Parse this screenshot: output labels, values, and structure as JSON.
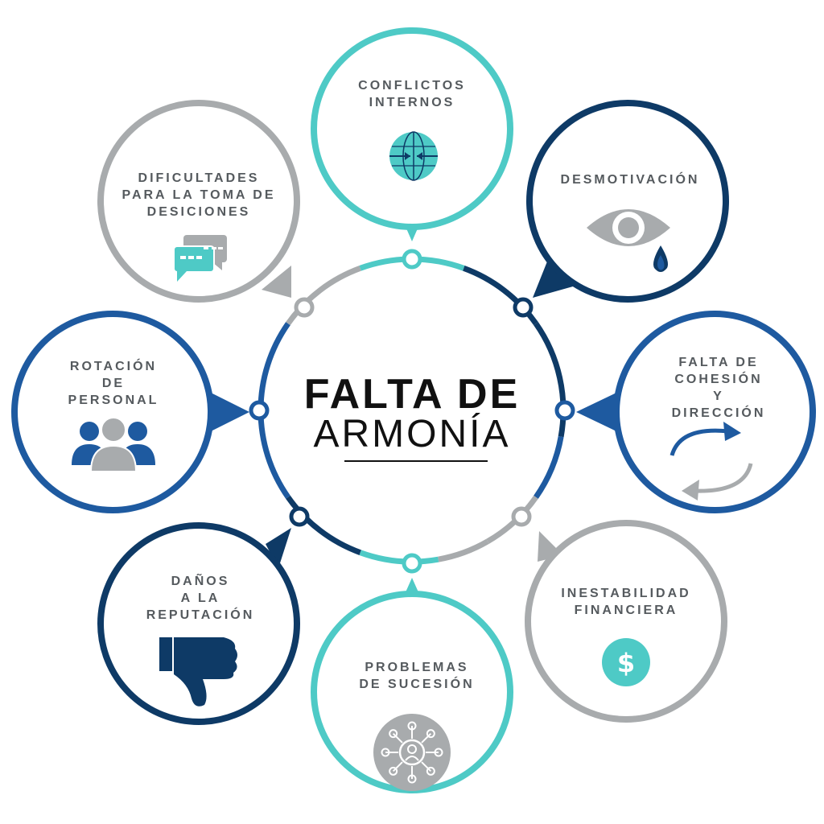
{
  "center": {
    "title_line1": "FALTA DE",
    "title_line2": "ARMONÍA"
  },
  "colors": {
    "teal": "#4ecac6",
    "navy": "#0e3a66",
    "blue": "#1e5aa0",
    "gray": "#a8abad",
    "text": "#555a5e"
  },
  "nodes": [
    {
      "id": "conflictos",
      "label": "CONFLICTOS\nINTERNOS",
      "color": "teal",
      "icon": "globe-arrows-icon"
    },
    {
      "id": "desmotivacion",
      "label": "DESMOTIVACIÓN",
      "color": "navy",
      "icon": "eye-tear-icon"
    },
    {
      "id": "cohesion",
      "label": "FALTA DE\nCOHESIÓN\nY DIRECCIÓN",
      "color": "blue",
      "icon": "cycle-arrows-icon"
    },
    {
      "id": "inestabilidad",
      "label": "INESTABILIDAD\nFINANCIERA",
      "color": "gray",
      "icon": "dollar-icon"
    },
    {
      "id": "sucesion",
      "label": "PROBLEMAS\nDE SUCESIÓN",
      "color": "teal",
      "icon": "network-person-icon"
    },
    {
      "id": "reputacion",
      "label": "DAÑOS\nA LA\nREPUTACIÓN",
      "color": "navy",
      "icon": "thumbs-down-icon"
    },
    {
      "id": "rotacion",
      "label": "ROTACIÓN\nDE\nPERSONAL",
      "color": "blue",
      "icon": "people-group-icon"
    },
    {
      "id": "dificultades",
      "label": "DIFICULTADES\nPARA LA TOMA DE\nDESICIONES",
      "color": "gray",
      "icon": "chat-bubbles-icon"
    }
  ]
}
